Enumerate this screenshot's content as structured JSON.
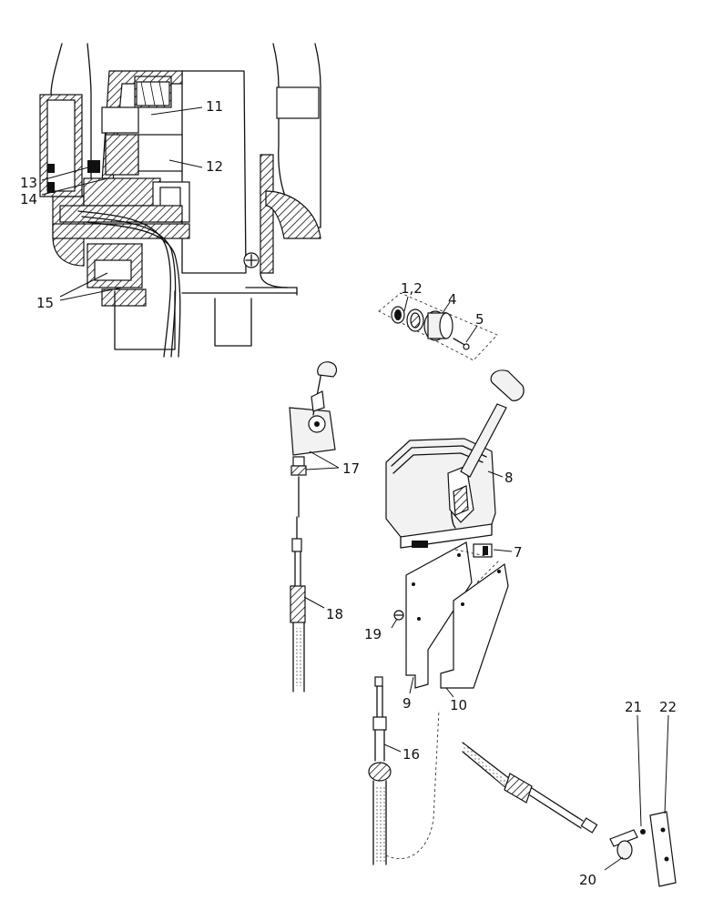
{
  "figure": {
    "callouts": [
      {
        "id": "c11",
        "text": "11"
      },
      {
        "id": "c12",
        "text": "12"
      },
      {
        "id": "c13",
        "text": "13"
      },
      {
        "id": "c14",
        "text": "14"
      },
      {
        "id": "c15",
        "text": "15"
      },
      {
        "id": "c12a",
        "text": "1,2"
      },
      {
        "id": "c4",
        "text": "4"
      },
      {
        "id": "c5",
        "text": "5"
      },
      {
        "id": "c17",
        "text": "17"
      },
      {
        "id": "c8",
        "text": "8"
      },
      {
        "id": "c7",
        "text": "7"
      },
      {
        "id": "c18",
        "text": "18"
      },
      {
        "id": "c19",
        "text": "19"
      },
      {
        "id": "c9",
        "text": "9"
      },
      {
        "id": "c10",
        "text": "10"
      },
      {
        "id": "c16",
        "text": "16"
      },
      {
        "id": "c21",
        "text": "21"
      },
      {
        "id": "c22",
        "text": "22"
      },
      {
        "id": "c20",
        "text": "20"
      }
    ]
  }
}
